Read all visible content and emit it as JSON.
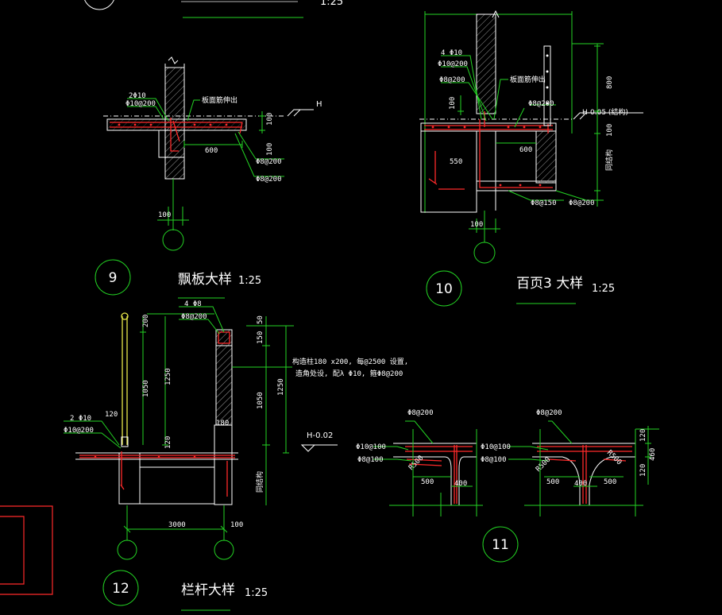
{
  "colors": {
    "background": "#000000",
    "dimension": "#23d323",
    "outline": "#ffffff",
    "rebar": "#ff2a2a",
    "railing": "#e8e84a"
  },
  "top_partial": {
    "scale": "1:25"
  },
  "detail9": {
    "number": "9",
    "title": "飘板大样",
    "scale": "1:25",
    "labels": {
      "bar_top": "2Φ10",
      "bar_top2": "Φ10@200",
      "note": "板面筋伸出",
      "level": "H",
      "span": "600",
      "thick": "100",
      "height": "100",
      "bar_a": "Φ8@200",
      "bar_b": "Φ8@200",
      "axis_dim": "100"
    }
  },
  "detail10": {
    "number": "10",
    "title": "百页3 大样",
    "scale": "1:25",
    "labels": {
      "bar_top": "4 Φ10",
      "bar_a": "Φ10@200",
      "bar_b": "Φ8@200",
      "note": "板面筋伸出",
      "bar_c": "Φ8@200",
      "level": "H-0.05 (结构)",
      "span": "600",
      "inner": "550",
      "dim_v1": "800",
      "dim_v2": "100",
      "dim_v3": "同结构",
      "dim_left": "100",
      "bar_d": "Φ8@150",
      "bar_e": "Φ8@200",
      "axis_dim": "100"
    }
  },
  "detail11": {
    "number": "11",
    "left": {
      "bar_top": "Φ8@200",
      "bar_a": "Φ10@100",
      "bar_b": "Φ8@100",
      "haunch": "R500",
      "d1": "500",
      "d2": "400"
    },
    "right": {
      "bar_top": "Φ8@200",
      "bar_a": "Φ10@100",
      "bar_b": "Φ8@100",
      "haunch_l": "R500",
      "haunch_r": "R500",
      "d1": "500",
      "d2": "400",
      "d3": "500",
      "v1": "120",
      "v2": "460",
      "v3": "120"
    }
  },
  "detail12": {
    "number": "12",
    "title": "栏杆大样",
    "scale": "1:25",
    "labels": {
      "bar_top": "4 Φ8",
      "bar_stir": "Φ8@200",
      "d200": "200",
      "d1250": "1250",
      "d1050": "1050",
      "d120a": "120",
      "d120b": "120",
      "bar_l1": "2 Φ10",
      "bar_l2": "Φ10@200",
      "d50": "50",
      "d150": "150",
      "d1050b": "1050",
      "d1250b": "1250",
      "d180": "180",
      "note1": "构造柱180 x200, 每@2500 设置,",
      "note2": "造角处设, 配λ Φ10, 箍Φ8@200",
      "level": "H-0.02",
      "span": "3000",
      "axis_dim": "100",
      "side": "同结构"
    }
  }
}
